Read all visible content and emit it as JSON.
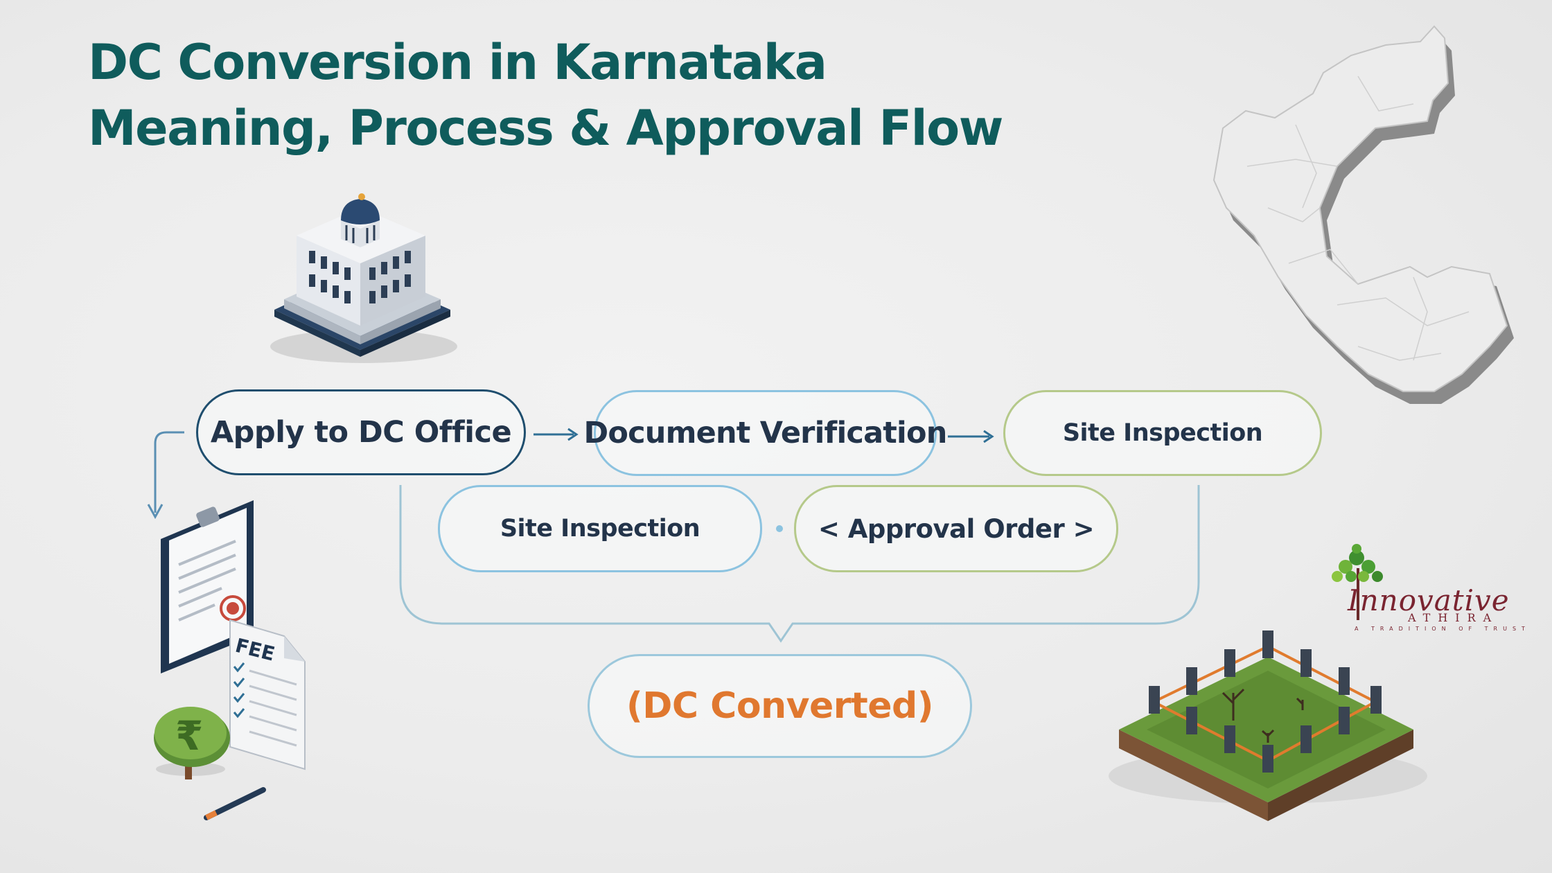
{
  "title": {
    "line1": "DC Conversion in Karnataka",
    "line2": "Meaning, Process & Approval Flow"
  },
  "flow": {
    "apply": "Apply to DC Office",
    "document_verification": "Document Verification",
    "site_inspection_top": "Site Inspection",
    "site_inspection_mid": "Site Inspection",
    "approval_order": "< Approval Order >",
    "result": "(DC Converted)"
  },
  "illustrations": {
    "fee_label": "FEE",
    "currency_symbol": "₹"
  },
  "logo": {
    "name": "Innovative",
    "subname": "ATHIRA",
    "tagline": "A TRADITION OF TRUST"
  },
  "colors": {
    "title": "#0f5c5c",
    "result_text": "#e0782f",
    "node_text": "#23344a",
    "dark_border": "#1f4e6e",
    "blue_border": "#8cc3e0",
    "green_border": "#b5c98a"
  }
}
